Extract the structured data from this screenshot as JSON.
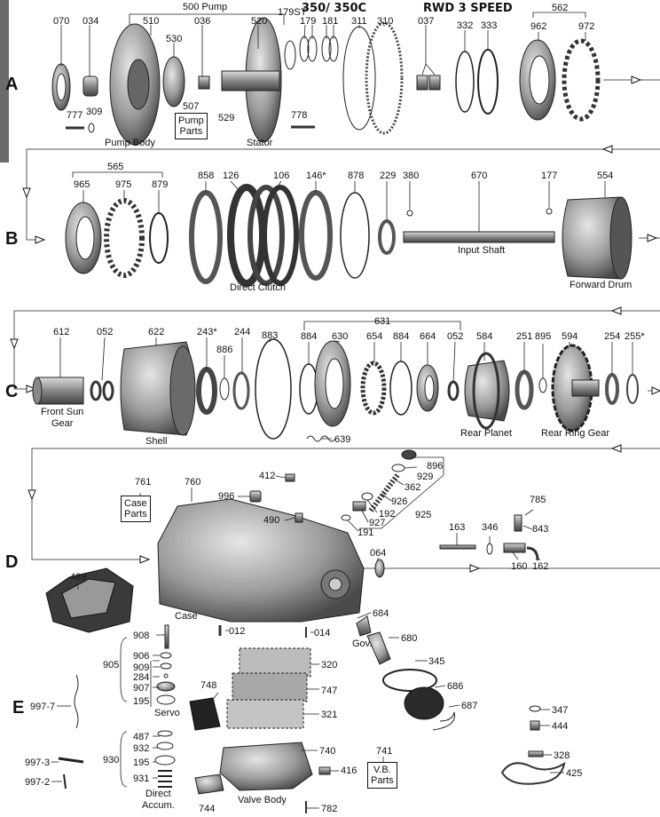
{
  "header": {
    "title_model": "350/ 350C",
    "title_type": "RWD 3 SPEED",
    "pump_group": "500 Pump"
  },
  "rows": [
    "A",
    "B",
    "C",
    "D",
    "E"
  ],
  "parts": {
    "p070": "070",
    "p034": "034",
    "p510": "510",
    "p530": "530",
    "p036": "036",
    "p520": "520",
    "p179st": "179ST",
    "p179": "179",
    "p181": "181",
    "p311": "311",
    "p310": "310",
    "p037": "037",
    "p332": "332",
    "p333": "333",
    "p562": "562",
    "p962": "962",
    "p972": "972",
    "p777": "777",
    "p309": "309",
    "p507": "507",
    "p529": "529",
    "p778": "778",
    "p565": "565",
    "p965": "965",
    "p975": "975",
    "p879": "879",
    "p858": "858",
    "p126": "126",
    "p106": "106",
    "p146": "146*",
    "p878": "878",
    "p229": "229",
    "p380": "380",
    "p670": "670",
    "p177": "177",
    "p554": "554",
    "p612": "612",
    "p052a": "052",
    "p622": "622",
    "p243": "243*",
    "p244": "244",
    "p886": "886",
    "p883": "883",
    "p631": "631",
    "p884a": "884",
    "p630": "630",
    "p654": "654",
    "p884b": "884",
    "p664": "664",
    "p052b": "052",
    "p584": "584",
    "p251": "251",
    "p895": "895",
    "p594": "594",
    "p254": "254",
    "p255": "255*",
    "p639": "639",
    "p761": "761",
    "p760": "760",
    "p412": "412",
    "p996": "996",
    "p490": "490",
    "p896": "896",
    "p929": "929",
    "p362": "362",
    "p926": "926",
    "p192": "192",
    "p927": "927",
    "p191": "191",
    "p925": "925",
    "p785": "785",
    "p163": "163",
    "p346": "346",
    "p843": "843",
    "p160": "160",
    "p162": "162",
    "p064": "064",
    "p489": "489",
    "p908": "908",
    "p906": "906",
    "p909": "909",
    "p284": "284",
    "p907": "907",
    "p195a": "195",
    "p905": "905",
    "p012": "012",
    "p014": "014",
    "p684": "684",
    "p680": "680",
    "p320": "320",
    "p747": "747",
    "p321": "321",
    "p748": "748",
    "p345": "345",
    "p686": "686",
    "p687": "687",
    "p997_7": "997-7",
    "p487": "487",
    "p932": "932",
    "p195b": "195",
    "p931": "931",
    "p930": "930",
    "p740": "740",
    "p741": "741",
    "p416": "416",
    "p347": "347",
    "p444": "444",
    "p328": "328",
    "p425": "425",
    "p997_3": "997-3",
    "p997_2": "997-2",
    "p744": "744",
    "p782": "782"
  },
  "names": {
    "pump_body": "Pump Body",
    "pump_parts_1": "Pump",
    "pump_parts_2": "Parts",
    "stator": "Stator",
    "direct_clutch": "Direct Clutch",
    "input_shaft": "Input Shaft",
    "forward_drum": "Forward  Drum",
    "front_sun_1": "Front Sun",
    "front_sun_2": "Gear",
    "shell": "Shell",
    "rear_planet": "Rear Planet",
    "rear_ring_gear": "Rear Ring Gear",
    "case_parts_1": "Case",
    "case_parts_2": "Parts",
    "case": "Case",
    "gov": "Gov.",
    "servo": "Servo",
    "direct_accum_1": "Direct",
    "direct_accum_2": "Accum.",
    "valve_body": "Valve Body",
    "vb_parts_1": "V.B.",
    "vb_parts_2": "Parts"
  },
  "colors": {
    "ink": "#111111",
    "metal": "#9a9a9a",
    "dark": "#3a3a3a",
    "sidebar": "#6b6b6b"
  }
}
